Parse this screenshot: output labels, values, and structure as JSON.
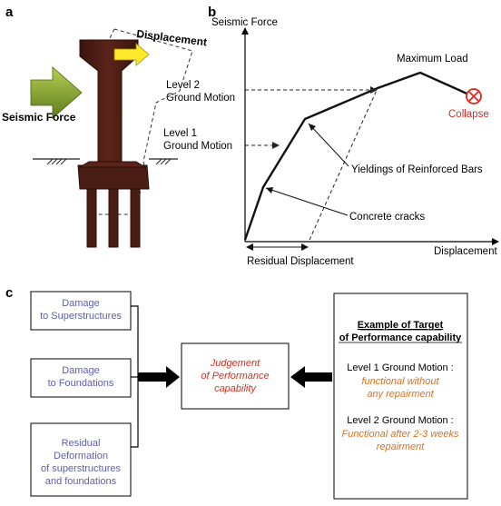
{
  "panel_a": {
    "label": "a",
    "displacement_label": "Displacement",
    "force_label": "Seismic Force"
  },
  "panel_b": {
    "label": "b",
    "y_axis_label": "Seismic Force",
    "x_axis_label": "Displacement",
    "level2_line1": "Level 2",
    "level2_line2": "Ground Motion",
    "level1_line1": "Level 1",
    "level1_line2": "Ground Motion",
    "max_load": "Maximum Load",
    "collapse": "Collapse",
    "yield_label": "Yieldings of Reinforced Bars",
    "cracks_label": "Concrete cracks",
    "residual_label": "Residual Displacement"
  },
  "panel_c": {
    "label": "c",
    "box_superstructures": [
      "Damage",
      "to Superstructures"
    ],
    "box_foundations": [
      "Damage",
      "to Foundations"
    ],
    "box_residual": [
      "Residual",
      "Deformation",
      "of superstructures",
      "and foundations"
    ],
    "judgement": [
      "Judgement",
      "of Performance",
      "capability"
    ],
    "target_title": [
      "Example of Target",
      "of Performance capability"
    ],
    "level1_head": "Level 1 Ground Motion :",
    "level1_value": [
      "functional without",
      "any repairment"
    ],
    "level2_head": "Level 2 Ground Motion :",
    "level2_value": [
      "Functional after 2-3 weeks",
      "repairment"
    ]
  },
  "colors": {
    "blue_text": "#5b5fb0",
    "red_text": "#d2311e",
    "orange_text": "#e0701c",
    "pier": "#4a1d14",
    "green_arrow": "#8aa631",
    "yellow_arrow": "#ffe92a",
    "collapse_red": "#e3261c"
  }
}
